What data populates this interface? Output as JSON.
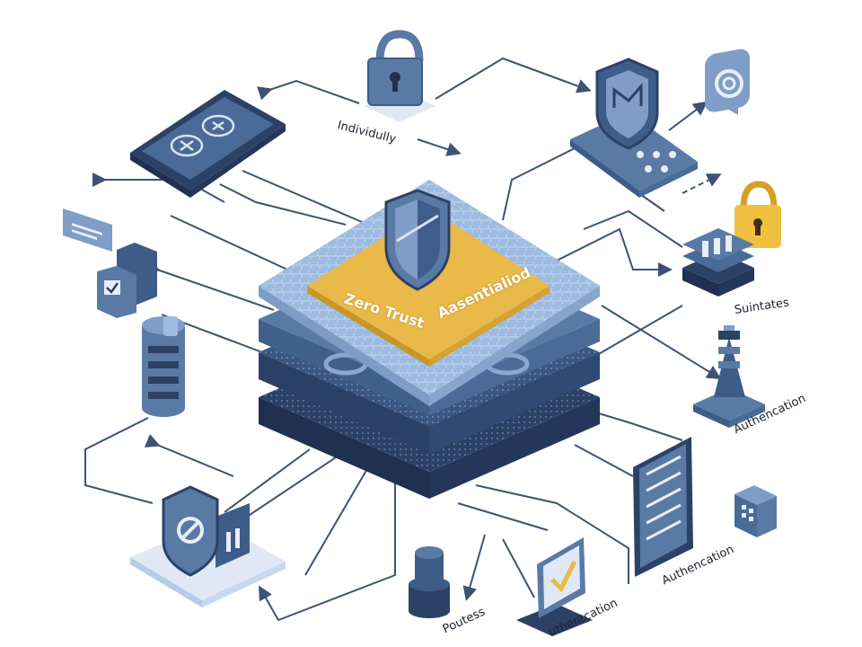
{
  "core": {
    "layer_labels": [
      "Zero Trust",
      "Aasentialiod"
    ]
  },
  "labels": {
    "individually": "Individully",
    "suintates": "Suintates",
    "authentication_right": "Authencation",
    "authencation": "Authencation",
    "pouless": "Poutess",
    "authentication_bottom": "uthentcation"
  },
  "colors": {
    "steel_blue": "#5a7aa6",
    "dark_navy": "#2c4166",
    "light_blue": "#a9c4e4",
    "gold": "#e9b949",
    "line": "#3d5275"
  },
  "icons": [
    "padlock-icon",
    "shield-phone-icon",
    "chat-bubble-icon",
    "tablet-icon",
    "gold-padlock-icon",
    "server-stack-icon",
    "chat-windows-icon",
    "database-icon",
    "tower-icon",
    "shield-device-icon",
    "cylinder-icon",
    "checkmark-monitor-icon",
    "document-tablet-icon",
    "grid-cube-icon",
    "central-shield-icon"
  ]
}
